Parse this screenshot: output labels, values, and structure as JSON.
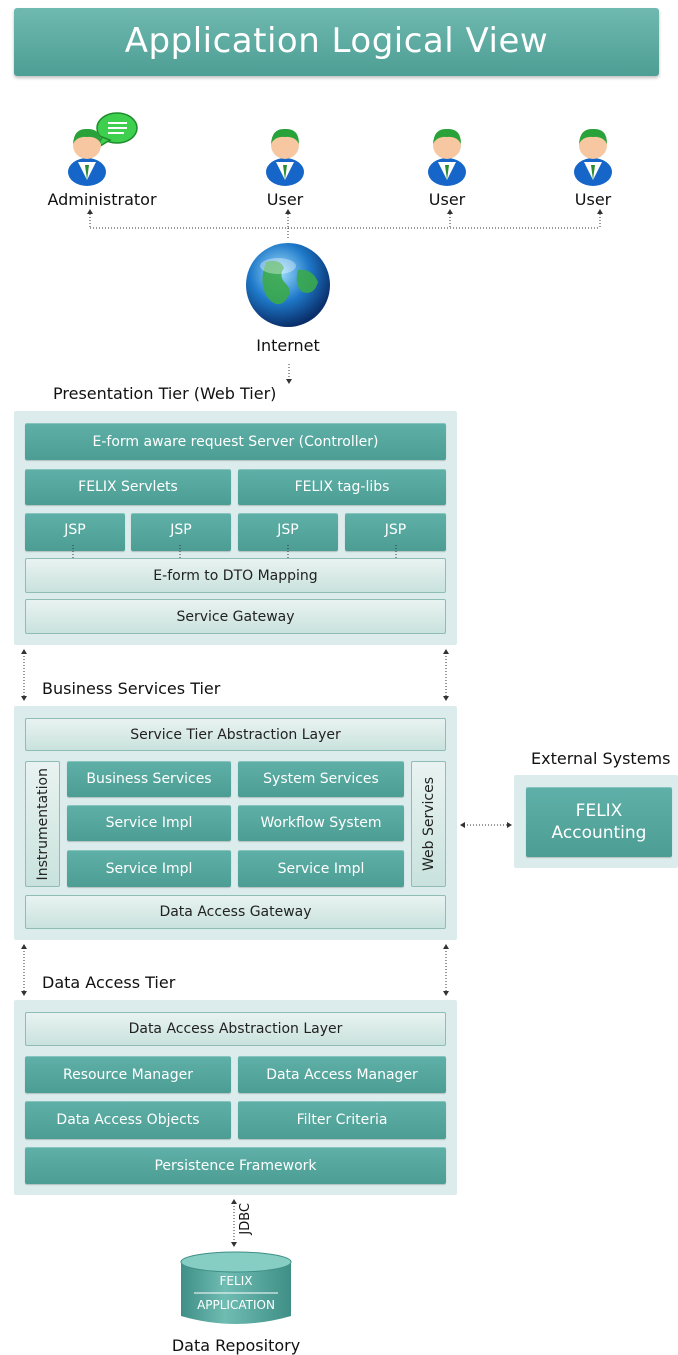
{
  "title": "Application Logical View",
  "actors": [
    {
      "label": "Administrator",
      "icon": "admin-person-icon"
    },
    {
      "label": "User",
      "icon": "user-person-icon"
    },
    {
      "label": "User",
      "icon": "user-person-icon"
    },
    {
      "label": "User",
      "icon": "user-person-icon"
    }
  ],
  "internet": {
    "label": "Internet",
    "icon": "globe-icon"
  },
  "presentation_tier": {
    "label": "Presentation Tier (Web Tier)",
    "controller": "E-form aware request Server (Controller)",
    "servlets": "FELIX Servlets",
    "taglibs": "FELIX tag-libs",
    "jsps": [
      "JSP",
      "JSP",
      "JSP",
      "JSP"
    ],
    "mapping": "E-form to DTO Mapping",
    "gateway": "Service Gateway"
  },
  "business_tier": {
    "label": "Business Services Tier",
    "abstraction": "Service Tier Abstraction Layer",
    "instrumentation": "Instrumentation",
    "web_services": "Web Services",
    "grid": [
      "Business Services",
      "System Services",
      "Service Impl",
      "Workflow System",
      "Service Impl",
      "Service Impl"
    ],
    "gateway": "Data Access Gateway"
  },
  "external": {
    "label": "External Systems",
    "box": "FELIX Accounting"
  },
  "data_tier": {
    "label": "Data Access Tier",
    "abstraction": "Data Access Abstraction Layer",
    "grid": [
      "Resource Manager",
      "Data Access Manager",
      "Data Access Objects",
      "Filter Criteria"
    ],
    "framework": "Persistence Framework"
  },
  "connection": {
    "label": "JDBC"
  },
  "repository": {
    "label": "Data Repository",
    "db_line1": "FELIX",
    "db_line2": "APPLICATION"
  },
  "colors": {
    "teal_dark": "#4c9d93",
    "teal_light": "#c9e2dd",
    "panel": "#dcecec",
    "title_bar": "#5aa89e"
  }
}
